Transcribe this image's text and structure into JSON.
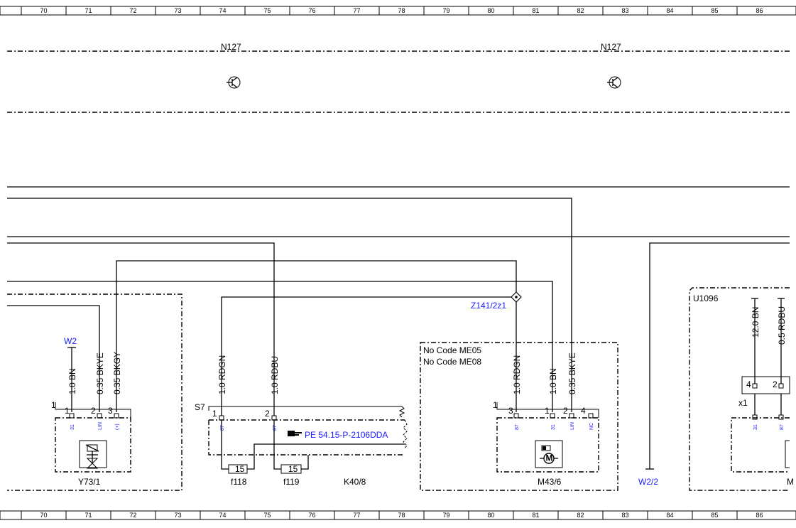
{
  "ruler": {
    "columns": [
      "70",
      "71",
      "72",
      "73",
      "74",
      "75",
      "76",
      "77",
      "78",
      "79",
      "80",
      "81",
      "82",
      "83",
      "84",
      "85",
      "86"
    ]
  },
  "sections": {
    "top_left_label": "N127",
    "top_right_label": "N127"
  },
  "components": {
    "y73": {
      "name": "Y73/1",
      "ground_ref": "W2",
      "wires": [
        "1.0 BN",
        "0.35 BKYE",
        "0.35 BKGY"
      ],
      "pins": [
        "1",
        "2",
        "3"
      ],
      "pin_funcs": [
        "31",
        "LIN",
        "(+)"
      ],
      "connector_num": "1"
    },
    "k40": {
      "name": "K40/8",
      "connector": "S7",
      "wires": [
        "1.0 RDGN",
        "1.0 RDBU"
      ],
      "pins": [
        "1",
        "2"
      ],
      "pin_funcs": [
        "87",
        "87"
      ],
      "reference": "PE 54.15-P-2106DDA",
      "fuse_value_a": "15",
      "fuse_value_b": "15",
      "fuse_a": "f118",
      "fuse_b": "f119"
    },
    "m43": {
      "name": "M43/6",
      "code_line_1": "No  Code ME05",
      "code_line_2": "No  Code ME08",
      "wires": [
        "1.0 RDGN",
        "1.0 BN",
        "0.35 BKYE"
      ],
      "pins": [
        "3",
        "1",
        "2",
        "4"
      ],
      "pin_funcs": [
        "87",
        "31",
        "LIN",
        "NC"
      ],
      "connector_num": "1"
    },
    "splice": "Z141/2z1",
    "ground_w22": "W2/2",
    "u1096": {
      "name": "U1096",
      "wires": [
        "12.0 BN",
        "0.5 RDBU"
      ],
      "pins": [
        "4",
        "2"
      ],
      "pin_funcs": [
        "31",
        "87"
      ],
      "connector": "x1",
      "name_partial": "M"
    }
  },
  "colors": {
    "line": "#000000",
    "reference_text": "#1a1aff"
  }
}
